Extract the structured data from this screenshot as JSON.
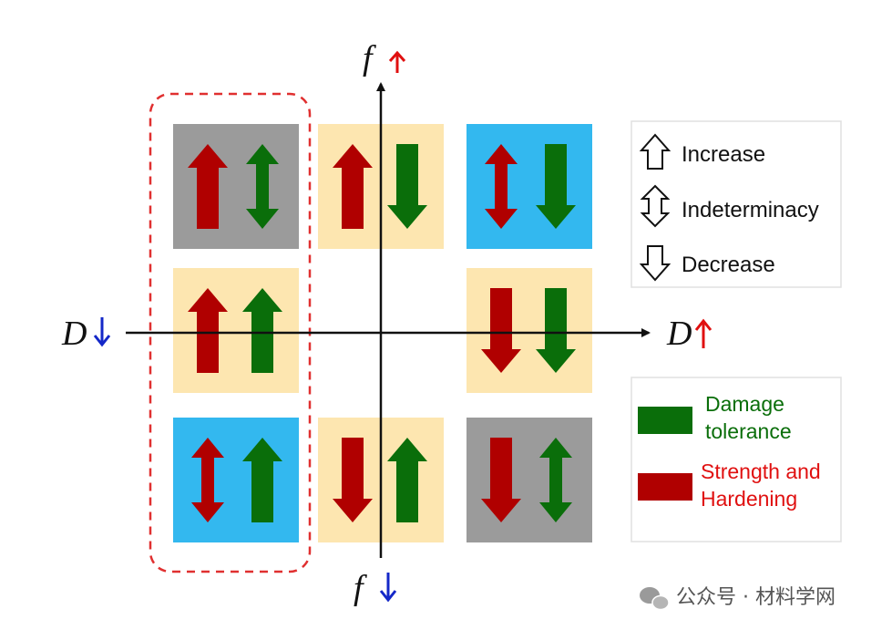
{
  "colors": {
    "red": "#b00000",
    "green": "#0a6e0a",
    "gray": "#9b9b9b",
    "tan": "#fde6b0",
    "blue": "#33b8ef",
    "axis_red": "#e01010",
    "axis_blue": "#1428c8"
  },
  "axes": {
    "f_label": "f",
    "D_label": "D"
  },
  "cells": [
    {
      "id": "r0c0",
      "bg": "gray",
      "left": "up",
      "right": "updown"
    },
    {
      "id": "r0c1",
      "bg": "tan",
      "left": "up",
      "right": "down"
    },
    {
      "id": "r0c2",
      "bg": "blue",
      "left": "updown",
      "right": "down"
    },
    {
      "id": "r1c0",
      "bg": "tan",
      "left": "up",
      "right": "up"
    },
    {
      "id": "r1c2",
      "bg": "tan",
      "left": "down",
      "right": "down"
    },
    {
      "id": "r2c0",
      "bg": "blue",
      "left": "updown",
      "right": "up"
    },
    {
      "id": "r2c1",
      "bg": "tan",
      "left": "down",
      "right": "up"
    },
    {
      "id": "r2c2",
      "bg": "gray",
      "left": "down",
      "right": "updown"
    }
  ],
  "legend_arrows": {
    "items": [
      {
        "icon": "outline-up-arrow-icon",
        "label": "Increase"
      },
      {
        "icon": "outline-updown-arrow-icon",
        "label": "Indeterminacy"
      },
      {
        "icon": "outline-down-arrow-icon",
        "label": "Decrease"
      }
    ]
  },
  "legend_colors": {
    "damage_line1": "Damage",
    "damage_line2": "tolerance",
    "strength_line1": "Strength and",
    "strength_line2": "Hardening"
  },
  "watermark": {
    "text": "公众号 · 材料学网"
  }
}
